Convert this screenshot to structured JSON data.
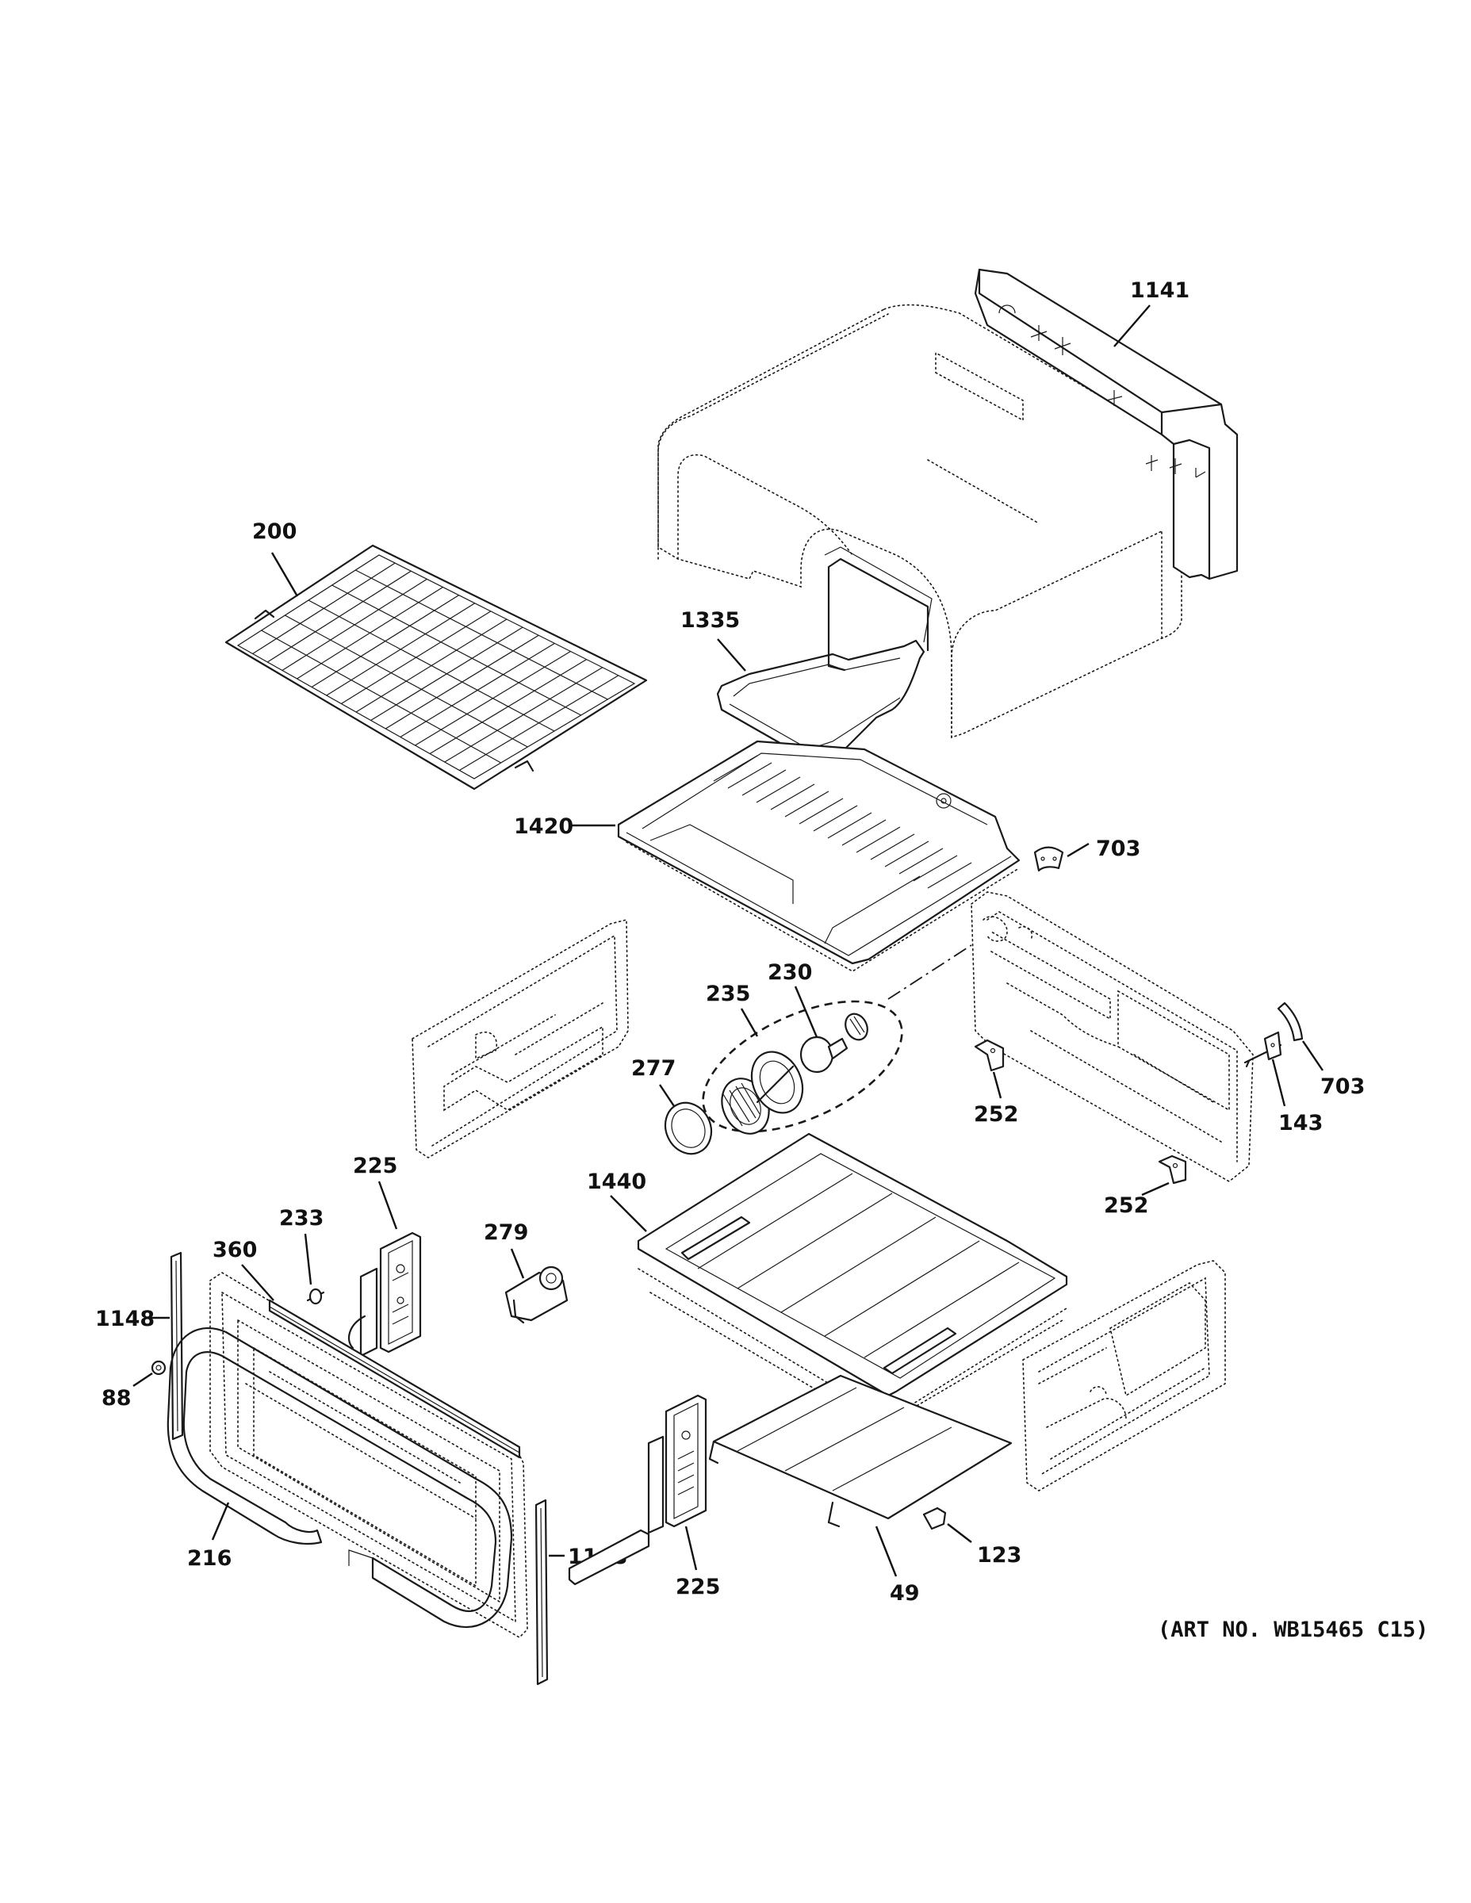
{
  "callouts": {
    "c1141": "1141",
    "c200": "200",
    "c1335": "1335",
    "c1420": "1420",
    "c703a": "703",
    "c235": "235",
    "c230": "230",
    "c277": "277",
    "c252a": "252",
    "c143": "143",
    "c703b": "703",
    "c252b": "252",
    "c225a": "225",
    "c1440": "1440",
    "c233": "233",
    "c360": "360",
    "c279": "279",
    "c1148a": "1148",
    "c88": "88",
    "c1148b": "1148",
    "c216": "216",
    "c225b": "225",
    "c123": "123",
    "c49": "49"
  },
  "art_number": "(ART NO. WB15465 C15)",
  "colors": {
    "ink": "#111111",
    "paper": "#ffffff"
  }
}
